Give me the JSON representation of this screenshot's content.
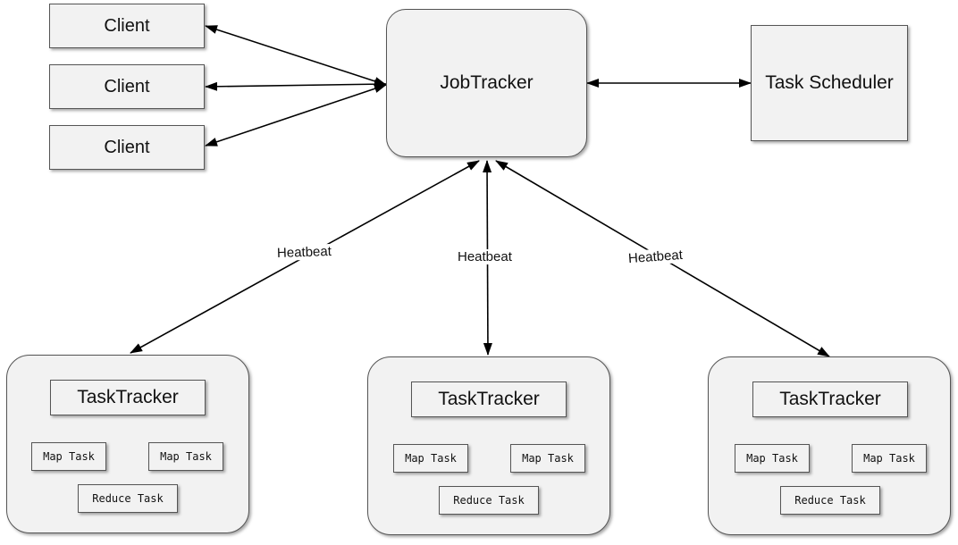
{
  "clients": [
    "Client",
    "Client",
    "Client"
  ],
  "jobtracker": "JobTracker",
  "scheduler": "Task Scheduler",
  "heartbeat_label": "Heatbeat",
  "tasktrackers": [
    {
      "title": "TaskTracker",
      "map1": "Map Task",
      "map2": "Map Task",
      "reduce": "Reduce Task"
    },
    {
      "title": "TaskTracker",
      "map1": "Map Task",
      "map2": "Map Task",
      "reduce": "Reduce Task"
    },
    {
      "title": "TaskTracker",
      "map1": "Map Task",
      "map2": "Map Task",
      "reduce": "Reduce Task"
    }
  ]
}
